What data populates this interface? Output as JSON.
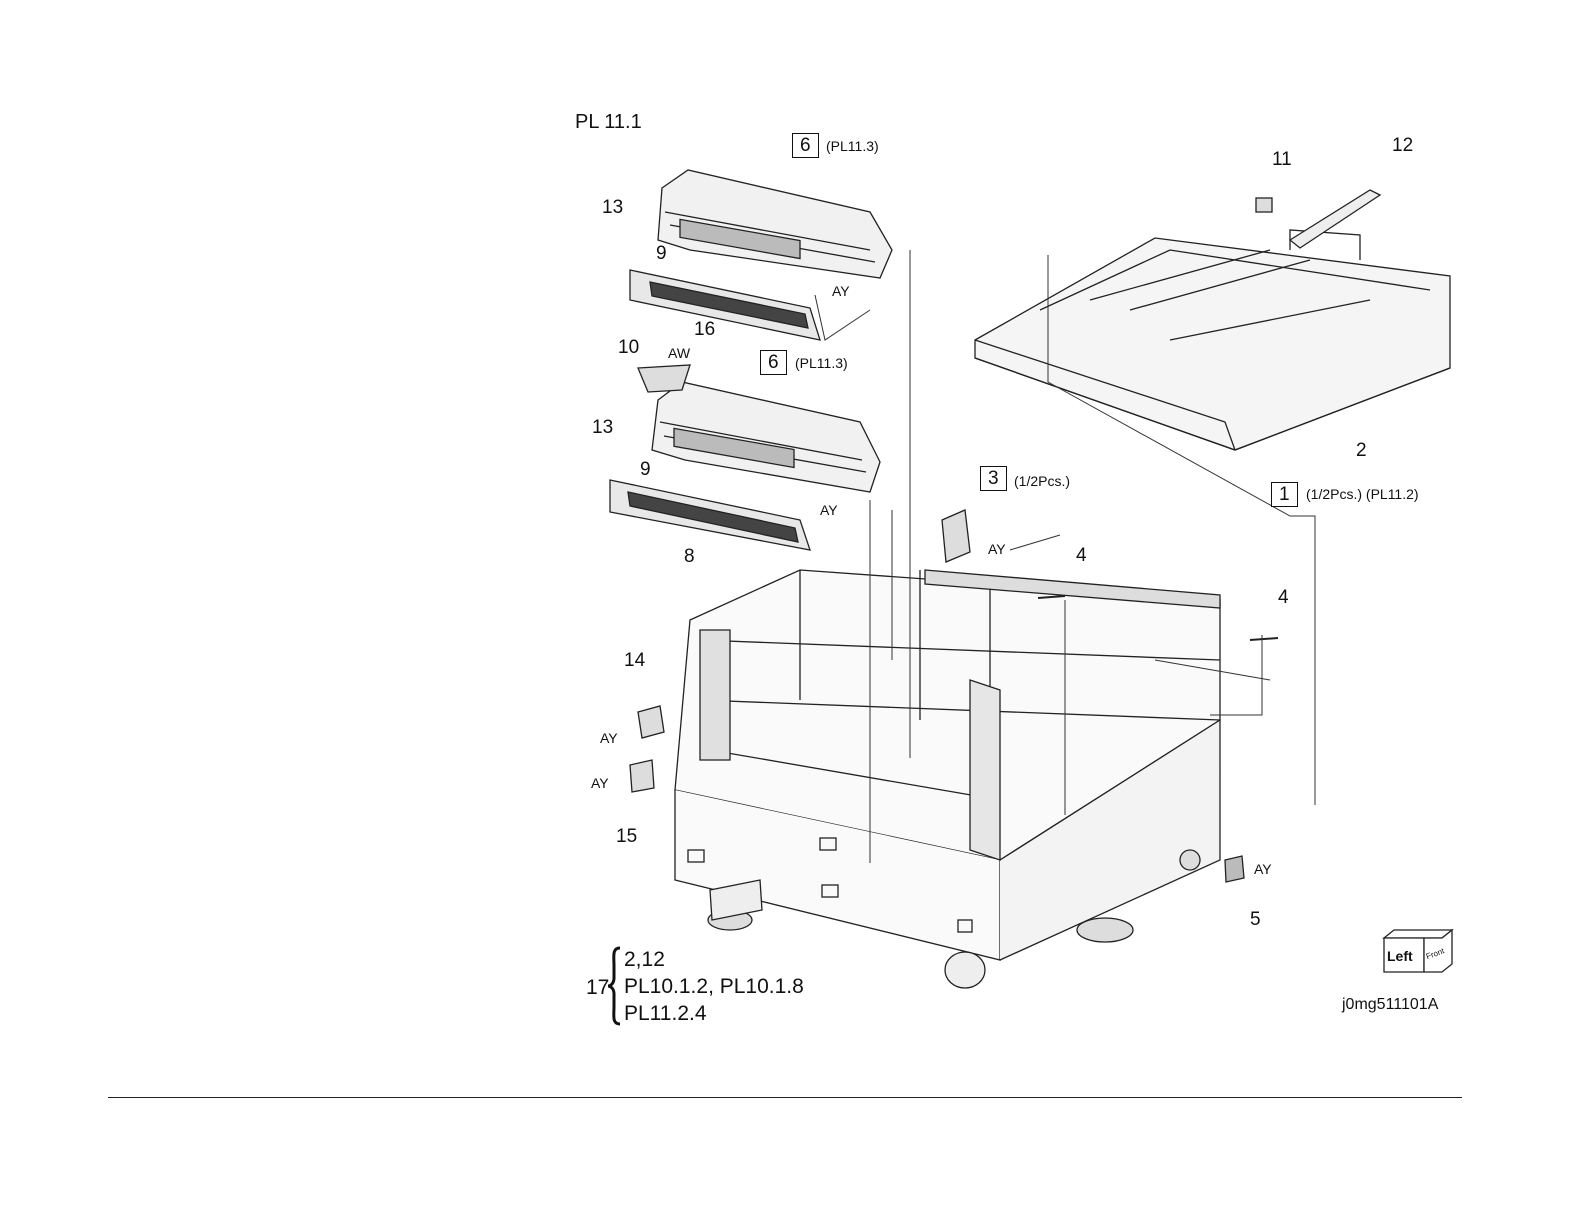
{
  "title": "PL 11.1",
  "image_id": "j0mg511101A",
  "compass": {
    "left": "Left",
    "front": "Front"
  },
  "callouts": {
    "c6a": "6",
    "c6a_ref": "(PL11.3)",
    "c6b": "6",
    "c6b_ref": "(PL11.3)",
    "c3": "3",
    "c3_ref": "(1/2Pcs.)",
    "c1": "1",
    "c1_ref": "(1/2Pcs.) (PL11.2)",
    "n13a": "13",
    "n9a": "9",
    "n16": "16",
    "n10": "10",
    "aw": "AW",
    "n13b": "13",
    "n9b": "9",
    "n8": "8",
    "ay1": "AY",
    "ay2": "AY",
    "ay3": "AY",
    "ay4": "AY",
    "ay5": "AY",
    "ay6": "AY",
    "n11": "11",
    "n12": "12",
    "n2": "2",
    "n4a": "4",
    "n4b": "4",
    "n14": "14",
    "n15": "15",
    "n5": "5"
  },
  "legend": {
    "number": "17",
    "lines": [
      "2,12",
      "PL10.1.2, PL10.1.8",
      "PL11.2.4"
    ]
  }
}
